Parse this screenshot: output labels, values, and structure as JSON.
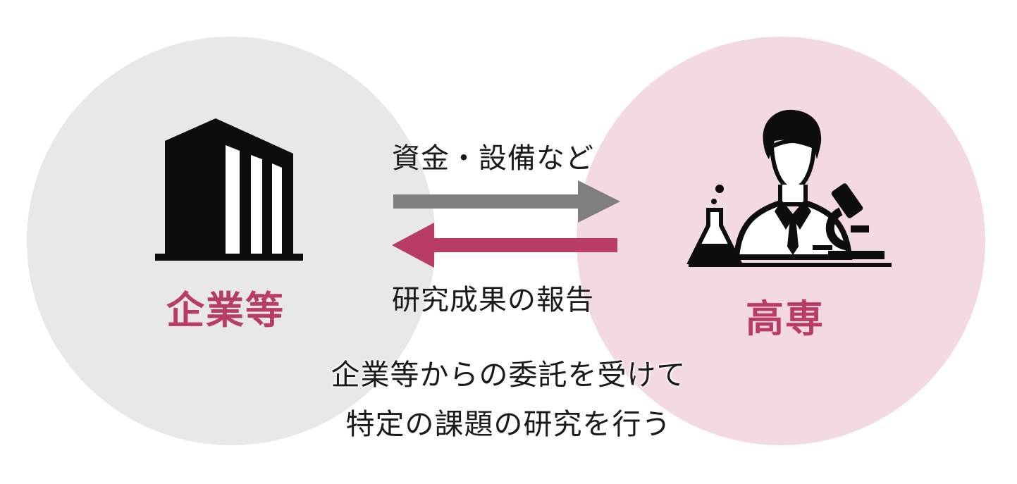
{
  "left_entity": {
    "label": "企業等",
    "icon": "building-icon"
  },
  "right_entity": {
    "label": "高専",
    "icon": "scientist-icon"
  },
  "arrows": {
    "top_caption": "資金・設備など",
    "bottom_caption": "研究成果の報告"
  },
  "description": {
    "line1": "企業等からの委託を受けて",
    "line2": "特定の課題の研究を行う"
  },
  "colors": {
    "left_circle": "#e8e8e8",
    "right_circle": "#f3d9e1",
    "accent": "#b83c64",
    "gray_arrow": "#7f7f7f",
    "icon": "#0d0d0d"
  }
}
